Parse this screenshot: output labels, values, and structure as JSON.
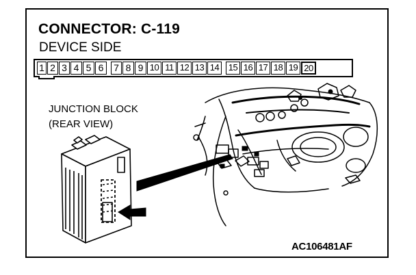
{
  "header": {
    "title": "CONNECTOR: C-119",
    "subtitle": "DEVICE SIDE"
  },
  "connector": {
    "pins": [
      "1",
      "2",
      "3",
      "4",
      "5",
      "6",
      "7",
      "8",
      "9",
      "10",
      "11",
      "12",
      "13",
      "14",
      "15",
      "16",
      "17",
      "18",
      "19",
      "20"
    ]
  },
  "callout": {
    "line1": "JUNCTION BLOCK",
    "line2": "(REAR VIEW)"
  },
  "reference_code": "AC106481AF"
}
